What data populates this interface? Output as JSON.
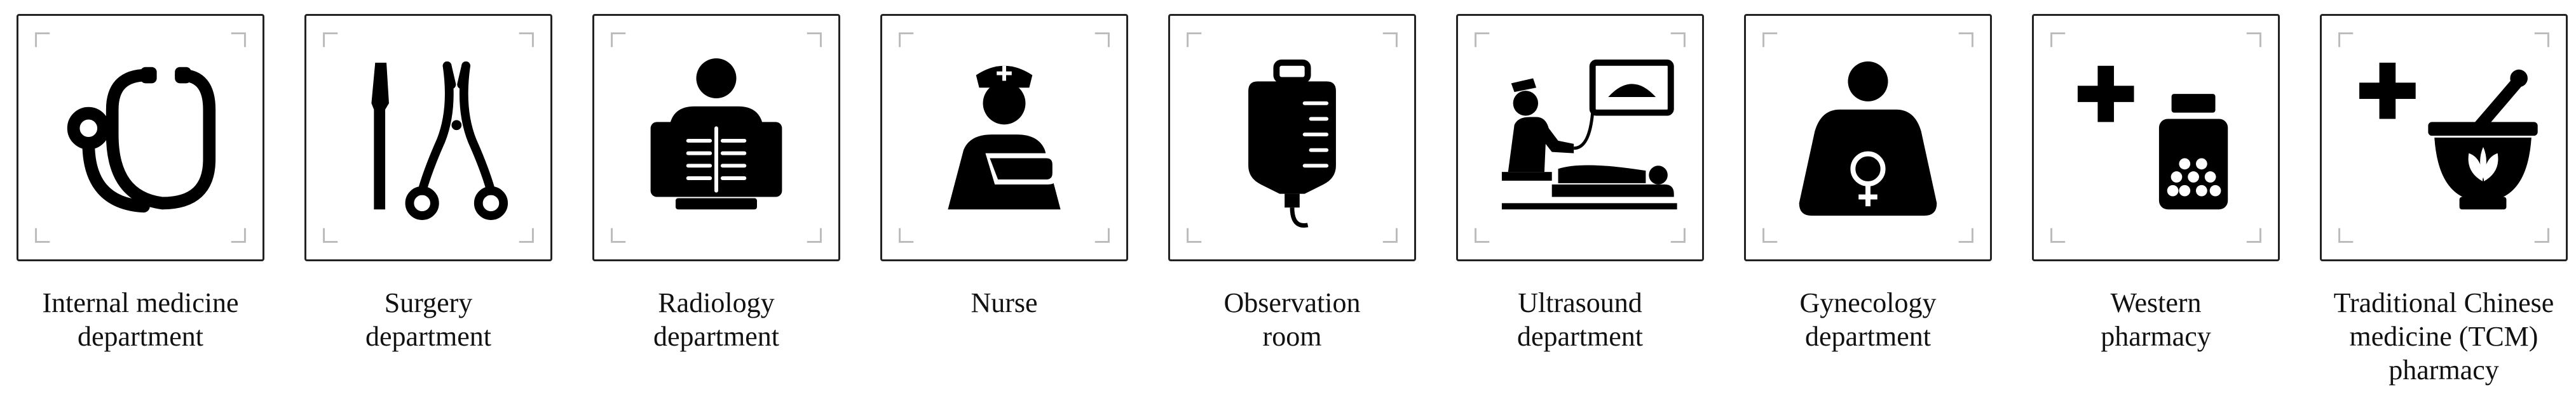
{
  "items": [
    {
      "icon": "stethoscope-icon",
      "caption": [
        "Internal medicine",
        "department"
      ]
    },
    {
      "icon": "scalpel-forceps-icon",
      "caption": [
        "Surgery",
        "department"
      ]
    },
    {
      "icon": "xray-icon",
      "caption": [
        "Radiology",
        "department"
      ]
    },
    {
      "icon": "nurse-icon",
      "caption": [
        "Nurse"
      ]
    },
    {
      "icon": "iv-bag-icon",
      "caption": [
        "Observation",
        "room"
      ]
    },
    {
      "icon": "ultrasound-icon",
      "caption": [
        "Ultrasound",
        "department"
      ]
    },
    {
      "icon": "pregnant-woman-icon",
      "caption": [
        "Gynecology",
        "department"
      ]
    },
    {
      "icon": "pill-bottle-icon",
      "caption": [
        "Western",
        "pharmacy"
      ]
    },
    {
      "icon": "mortar-pestle-icon",
      "caption": [
        "Traditional Chinese",
        "medicine (TCM)",
        "pharmacy"
      ]
    }
  ]
}
